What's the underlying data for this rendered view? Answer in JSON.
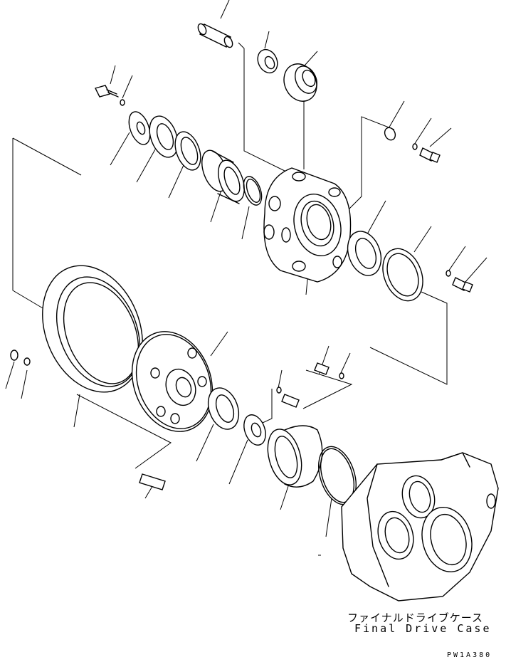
{
  "labels": {
    "part_name_jp": "ファイナルドライブケース",
    "part_name_en": "Final Drive Case",
    "drawing_code": "PW1A380"
  }
}
